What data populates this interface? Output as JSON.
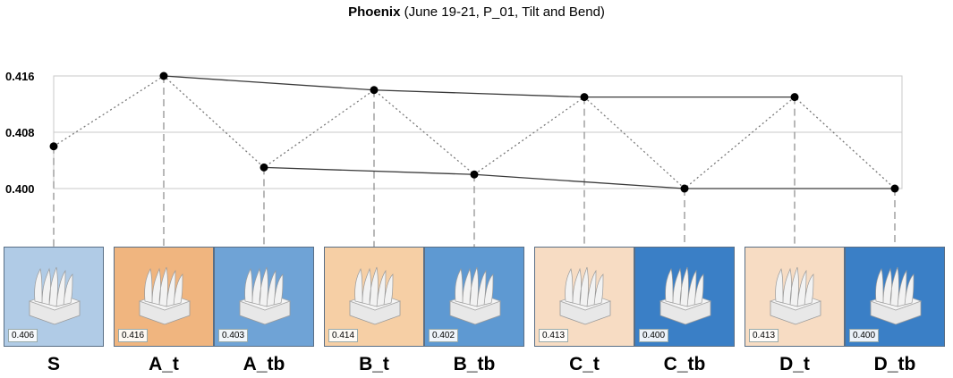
{
  "chart_data": {
    "type": "line",
    "title": "Phoenix",
    "subtitle": "(June 19-21, P_01, Tilt and Bend)",
    "xlabel": "",
    "ylabel": "",
    "categories": [
      "S",
      "A_t",
      "A_tb",
      "B_t",
      "B_tb",
      "C_t",
      "C_tb",
      "D_t",
      "D_tb"
    ],
    "values": [
      0.406,
      0.416,
      0.403,
      0.414,
      0.402,
      0.413,
      0.4,
      0.413,
      0.4
    ],
    "value_labels": [
      "0.406",
      "0.416",
      "0.403",
      "0.414",
      "0.402",
      "0.413",
      "0.400",
      "0.413",
      "0.400"
    ],
    "y_ticks": [
      "0.416",
      "0.408",
      "0.400"
    ],
    "ylim": [
      0.4,
      0.416
    ],
    "grid": true,
    "connections": {
      "dotted_sequence": [
        "S",
        "A_t",
        "A_tb",
        "B_t",
        "B_tb",
        "C_t",
        "C_tb",
        "D_t",
        "D_tb"
      ],
      "solid_tilt": [
        "A_t",
        "B_t",
        "C_t",
        "D_t"
      ],
      "solid_tilt_bend": [
        "A_tb",
        "B_tb",
        "C_tb",
        "D_tb"
      ]
    },
    "thumbnail_colors": [
      "#b0cbe6",
      "#f0b57f",
      "#6fa3d6",
      "#f6cfa5",
      "#5e99d2",
      "#f7dcc3",
      "#3a7fc6",
      "#f7dcc3",
      "#3a7fc6"
    ]
  }
}
